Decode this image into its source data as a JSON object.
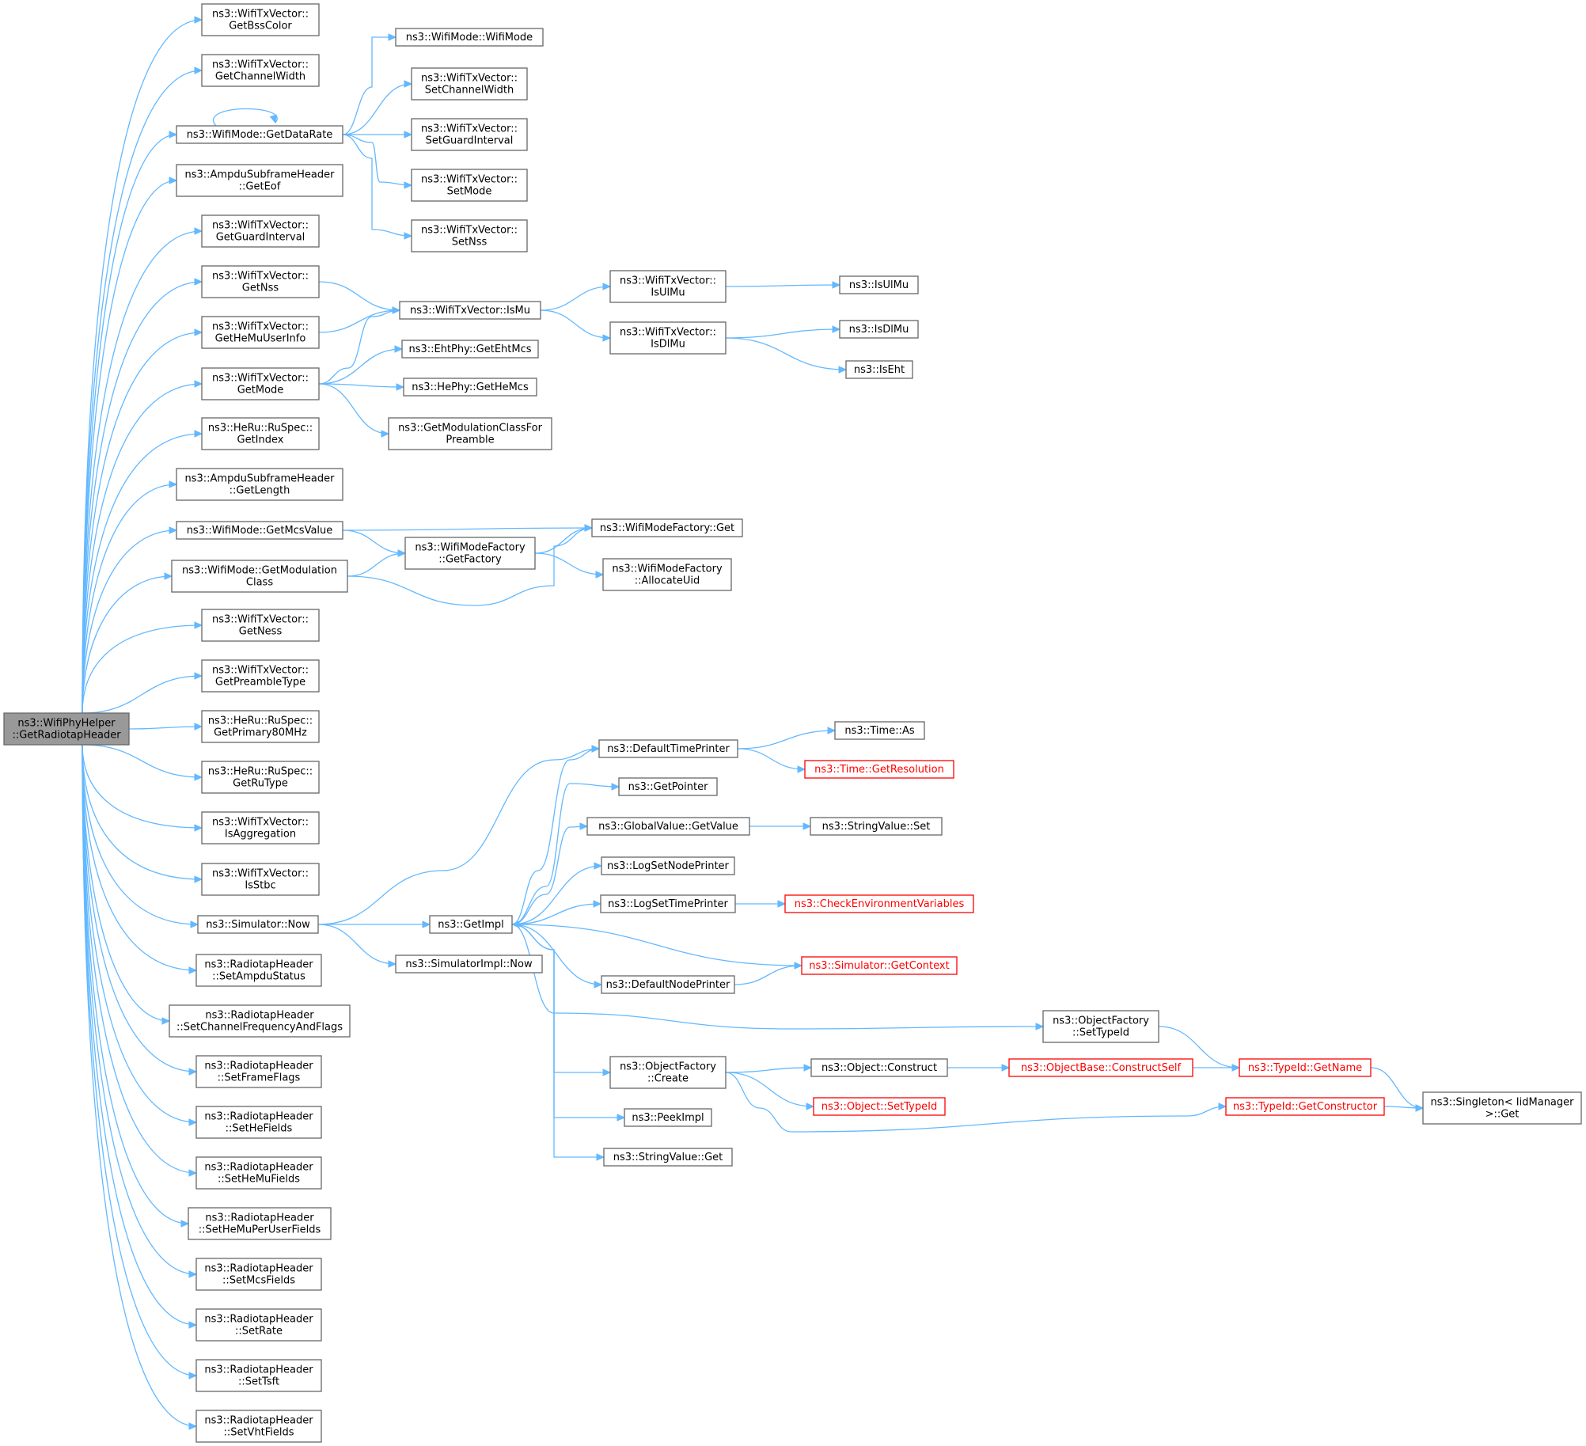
{
  "diagram": {
    "nodes": [
      {
        "id": "root",
        "lines": [
          "ns3::WifiPhyHelper",
          "::GetRadiotapHeader"
        ],
        "style": "root"
      },
      {
        "id": "getBssColor",
        "lines": [
          "ns3::WifiTxVector::",
          "GetBssColor"
        ]
      },
      {
        "id": "getChannelWidth",
        "lines": [
          "ns3::WifiTxVector::",
          "GetChannelWidth"
        ]
      },
      {
        "id": "getDataRate",
        "lines": [
          "ns3::WifiMode::GetDataRate"
        ]
      },
      {
        "id": "getEof",
        "lines": [
          "ns3::AmpduSubframeHeader",
          "::GetEof"
        ]
      },
      {
        "id": "getGuardInterval",
        "lines": [
          "ns3::WifiTxVector::",
          "GetGuardInterval"
        ]
      },
      {
        "id": "getNss",
        "lines": [
          "ns3::WifiTxVector::",
          "GetNss"
        ]
      },
      {
        "id": "getHeMuUserInfo",
        "lines": [
          "ns3::WifiTxVector::",
          "GetHeMuUserInfo"
        ]
      },
      {
        "id": "getMode",
        "lines": [
          "ns3::WifiTxVector::",
          "GetMode"
        ]
      },
      {
        "id": "getIndex",
        "lines": [
          "ns3::HeRu::RuSpec::",
          "GetIndex"
        ]
      },
      {
        "id": "getLength",
        "lines": [
          "ns3::AmpduSubframeHeader",
          "::GetLength"
        ]
      },
      {
        "id": "getMcsValue",
        "lines": [
          "ns3::WifiMode::GetMcsValue"
        ]
      },
      {
        "id": "getModulationClass",
        "lines": [
          "ns3::WifiMode::GetModulation",
          "Class"
        ]
      },
      {
        "id": "getNess",
        "lines": [
          "ns3::WifiTxVector::",
          "GetNess"
        ]
      },
      {
        "id": "getPreambleType",
        "lines": [
          "ns3::WifiTxVector::",
          "GetPreambleType"
        ]
      },
      {
        "id": "getPrimary80",
        "lines": [
          "ns3::HeRu::RuSpec::",
          "GetPrimary80MHz"
        ]
      },
      {
        "id": "getRuType",
        "lines": [
          "ns3::HeRu::RuSpec::",
          "GetRuType"
        ]
      },
      {
        "id": "isAggregation",
        "lines": [
          "ns3::WifiTxVector::",
          "IsAggregation"
        ]
      },
      {
        "id": "isStbc",
        "lines": [
          "ns3::WifiTxVector::",
          "IsStbc"
        ]
      },
      {
        "id": "simNow",
        "lines": [
          "ns3::Simulator::Now"
        ]
      },
      {
        "id": "setAmpduStatus",
        "lines": [
          "ns3::RadiotapHeader",
          "::SetAmpduStatus"
        ]
      },
      {
        "id": "setChanFreq",
        "lines": [
          "ns3::RadiotapHeader",
          "::SetChannelFrequencyAndFlags"
        ]
      },
      {
        "id": "setFrameFlags",
        "lines": [
          "ns3::RadiotapHeader",
          "::SetFrameFlags"
        ]
      },
      {
        "id": "setHeFields",
        "lines": [
          "ns3::RadiotapHeader",
          "::SetHeFields"
        ]
      },
      {
        "id": "setHeMuFields",
        "lines": [
          "ns3::RadiotapHeader",
          "::SetHeMuFields"
        ]
      },
      {
        "id": "setHeMuPerUser",
        "lines": [
          "ns3::RadiotapHeader",
          "::SetHeMuPerUserFields"
        ]
      },
      {
        "id": "setMcsFields",
        "lines": [
          "ns3::RadiotapHeader",
          "::SetMcsFields"
        ]
      },
      {
        "id": "setRate",
        "lines": [
          "ns3::RadiotapHeader",
          "::SetRate"
        ]
      },
      {
        "id": "setTsft",
        "lines": [
          "ns3::RadiotapHeader",
          "::SetTsft"
        ]
      },
      {
        "id": "setVhtFields",
        "lines": [
          "ns3::RadiotapHeader",
          "::SetVhtFields"
        ]
      },
      {
        "id": "wifiModeCtor",
        "lines": [
          "ns3::WifiMode::WifiMode"
        ]
      },
      {
        "id": "setChannelWidth",
        "lines": [
          "ns3::WifiTxVector::",
          "SetChannelWidth"
        ]
      },
      {
        "id": "setGuardInterval",
        "lines": [
          "ns3::WifiTxVector::",
          "SetGuardInterval"
        ]
      },
      {
        "id": "setMode",
        "lines": [
          "ns3::WifiTxVector::",
          "SetMode"
        ]
      },
      {
        "id": "setNss",
        "lines": [
          "ns3::WifiTxVector::",
          "SetNss"
        ]
      },
      {
        "id": "isMu",
        "lines": [
          "ns3::WifiTxVector::IsMu"
        ]
      },
      {
        "id": "getEhtMcs",
        "lines": [
          "ns3::EhtPhy::GetEhtMcs"
        ]
      },
      {
        "id": "getHeMcs",
        "lines": [
          "ns3::HePhy::GetHeMcs"
        ]
      },
      {
        "id": "getModClassForPreamble",
        "lines": [
          "ns3::GetModulationClassFor",
          "Preamble"
        ]
      },
      {
        "id": "wmfGet",
        "lines": [
          "ns3::WifiModeFactory::Get"
        ]
      },
      {
        "id": "wmfGetFactory",
        "lines": [
          "ns3::WifiModeFactory",
          "::GetFactory"
        ]
      },
      {
        "id": "wmfAllocateUid",
        "lines": [
          "ns3::WifiModeFactory",
          "::AllocateUid"
        ]
      },
      {
        "id": "isUlMuVec",
        "lines": [
          "ns3::WifiTxVector::",
          "IsUlMu"
        ]
      },
      {
        "id": "isDlMuVec",
        "lines": [
          "ns3::WifiTxVector::",
          "IsDlMu"
        ]
      },
      {
        "id": "isUlMu",
        "lines": [
          "ns3::IsUlMu"
        ]
      },
      {
        "id": "isDlMu",
        "lines": [
          "ns3::IsDlMu"
        ]
      },
      {
        "id": "isEht",
        "lines": [
          "ns3::IsEht"
        ]
      },
      {
        "id": "getImpl",
        "lines": [
          "ns3::GetImpl"
        ]
      },
      {
        "id": "simImplNow",
        "lines": [
          "ns3::SimulatorImpl::Now"
        ]
      },
      {
        "id": "defaultTimePrinter",
        "lines": [
          "ns3::DefaultTimePrinter"
        ]
      },
      {
        "id": "getPointer",
        "lines": [
          "ns3::GetPointer"
        ]
      },
      {
        "id": "gvGetValue",
        "lines": [
          "ns3::GlobalValue::GetValue"
        ]
      },
      {
        "id": "logSetNodePrinter",
        "lines": [
          "ns3::LogSetNodePrinter"
        ]
      },
      {
        "id": "logSetTimePrinter",
        "lines": [
          "ns3::LogSetTimePrinter"
        ]
      },
      {
        "id": "defaultNodePrinter",
        "lines": [
          "ns3::DefaultNodePrinter"
        ]
      },
      {
        "id": "ofCreate",
        "lines": [
          "ns3::ObjectFactory",
          "::Create"
        ]
      },
      {
        "id": "peekImpl",
        "lines": [
          "ns3::PeekImpl"
        ]
      },
      {
        "id": "svGet",
        "lines": [
          "ns3::StringValue::Get"
        ]
      },
      {
        "id": "timeAs",
        "lines": [
          "ns3::Time::As"
        ]
      },
      {
        "id": "timeGetResolution",
        "lines": [
          "ns3::Time::GetResolution"
        ],
        "style": "red"
      },
      {
        "id": "svSet",
        "lines": [
          "ns3::StringValue::Set"
        ]
      },
      {
        "id": "checkEnv",
        "lines": [
          "ns3::CheckEnvironmentVariables"
        ],
        "style": "red"
      },
      {
        "id": "simGetContext",
        "lines": [
          "ns3::Simulator::GetContext"
        ],
        "style": "red"
      },
      {
        "id": "ofSetTypeId",
        "lines": [
          "ns3::ObjectFactory",
          "::SetTypeId"
        ]
      },
      {
        "id": "objConstruct",
        "lines": [
          "ns3::Object::Construct"
        ]
      },
      {
        "id": "objSetTypeId",
        "lines": [
          "ns3::Object::SetTypeId"
        ],
        "style": "red"
      },
      {
        "id": "obConstructSelf",
        "lines": [
          "ns3::ObjectBase::ConstructSelf"
        ],
        "style": "red"
      },
      {
        "id": "typeIdGetName",
        "lines": [
          "ns3::TypeId::GetName"
        ],
        "style": "red"
      },
      {
        "id": "typeIdGetConstructor",
        "lines": [
          "ns3::TypeId::GetConstructor"
        ],
        "style": "red"
      },
      {
        "id": "singletonGet",
        "lines": [
          "ns3::Singleton< IidManager",
          ">::Get"
        ]
      }
    ],
    "edges": [
      [
        "root",
        "getBssColor"
      ],
      [
        "root",
        "getChannelWidth"
      ],
      [
        "root",
        "getDataRate"
      ],
      [
        "root",
        "getEof"
      ],
      [
        "root",
        "getGuardInterval"
      ],
      [
        "root",
        "getNss"
      ],
      [
        "root",
        "getHeMuUserInfo"
      ],
      [
        "root",
        "getMode"
      ],
      [
        "root",
        "getIndex"
      ],
      [
        "root",
        "getLength"
      ],
      [
        "root",
        "getMcsValue"
      ],
      [
        "root",
        "getModulationClass"
      ],
      [
        "root",
        "getNess"
      ],
      [
        "root",
        "getPreambleType"
      ],
      [
        "root",
        "getPrimary80"
      ],
      [
        "root",
        "getRuType"
      ],
      [
        "root",
        "isAggregation"
      ],
      [
        "root",
        "isStbc"
      ],
      [
        "root",
        "simNow"
      ],
      [
        "root",
        "setAmpduStatus"
      ],
      [
        "root",
        "setChanFreq"
      ],
      [
        "root",
        "setFrameFlags"
      ],
      [
        "root",
        "setHeFields"
      ],
      [
        "root",
        "setHeMuFields"
      ],
      [
        "root",
        "setHeMuPerUser"
      ],
      [
        "root",
        "setMcsFields"
      ],
      [
        "root",
        "setRate"
      ],
      [
        "root",
        "setTsft"
      ],
      [
        "root",
        "setVhtFields"
      ],
      [
        "getDataRate",
        "getDataRate"
      ],
      [
        "getDataRate",
        "wifiModeCtor"
      ],
      [
        "getDataRate",
        "setChannelWidth"
      ],
      [
        "getDataRate",
        "setGuardInterval"
      ],
      [
        "getDataRate",
        "setMode"
      ],
      [
        "getDataRate",
        "setNss"
      ],
      [
        "getNss",
        "isMu"
      ],
      [
        "getHeMuUserInfo",
        "isMu"
      ],
      [
        "getMode",
        "isMu"
      ],
      [
        "getMode",
        "getEhtMcs"
      ],
      [
        "getMode",
        "getHeMcs"
      ],
      [
        "getMode",
        "getModClassForPreamble"
      ],
      [
        "isMu",
        "isUlMuVec"
      ],
      [
        "isMu",
        "isDlMuVec"
      ],
      [
        "isUlMuVec",
        "isUlMu"
      ],
      [
        "isDlMuVec",
        "isDlMu"
      ],
      [
        "isDlMuVec",
        "isEht"
      ],
      [
        "getMcsValue",
        "wmfGet"
      ],
      [
        "getMcsValue",
        "wmfGetFactory"
      ],
      [
        "getModulationClass",
        "wmfGetFactory"
      ],
      [
        "getModulationClass",
        "wmfGet"
      ],
      [
        "wmfGetFactory",
        "wmfGet"
      ],
      [
        "wmfGetFactory",
        "wmfAllocateUid"
      ],
      [
        "simNow",
        "defaultTimePrinter"
      ],
      [
        "simNow",
        "getImpl"
      ],
      [
        "simNow",
        "simImplNow"
      ],
      [
        "getImpl",
        "defaultTimePrinter"
      ],
      [
        "getImpl",
        "getPointer"
      ],
      [
        "getImpl",
        "gvGetValue"
      ],
      [
        "getImpl",
        "logSetNodePrinter"
      ],
      [
        "getImpl",
        "logSetTimePrinter"
      ],
      [
        "getImpl",
        "defaultNodePrinter"
      ],
      [
        "getImpl",
        "ofSetTypeId"
      ],
      [
        "getImpl",
        "ofCreate"
      ],
      [
        "getImpl",
        "peekImpl"
      ],
      [
        "getImpl",
        "svGet"
      ],
      [
        "defaultTimePrinter",
        "timeAs"
      ],
      [
        "defaultTimePrinter",
        "timeGetResolution"
      ],
      [
        "gvGetValue",
        "svSet"
      ],
      [
        "logSetTimePrinter",
        "checkEnv"
      ],
      [
        "defaultNodePrinter",
        "simGetContext"
      ],
      [
        "simGetContext",
        "getImpl"
      ],
      [
        "ofSetTypeId",
        "typeIdGetName"
      ],
      [
        "ofCreate",
        "objConstruct"
      ],
      [
        "ofCreate",
        "objSetTypeId"
      ],
      [
        "ofCreate",
        "typeIdGetConstructor"
      ],
      [
        "objConstruct",
        "obConstructSelf"
      ],
      [
        "obConstructSelf",
        "typeIdGetName"
      ],
      [
        "typeIdGetName",
        "singletonGet"
      ],
      [
        "typeIdGetConstructor",
        "singletonGet"
      ]
    ]
  }
}
